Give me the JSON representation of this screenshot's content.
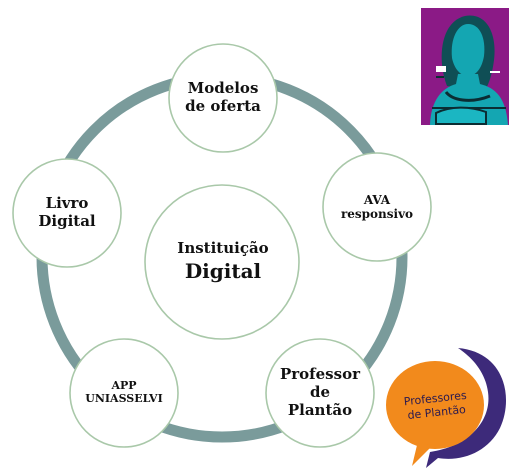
{
  "diagram": {
    "center": {
      "line1": "Instituição",
      "line2": "Digital"
    },
    "nodes": [
      {
        "id": "modelos",
        "line1": "Modelos",
        "line2": "de oferta"
      },
      {
        "id": "ava",
        "line1": "AVA",
        "line2": "responsivo"
      },
      {
        "id": "professor",
        "line1": "Professor",
        "line2": "de",
        "line3": "Plantão"
      },
      {
        "id": "app",
        "line1": "APP",
        "line2": "UNIASSELVI"
      },
      {
        "id": "livro",
        "line1": "Livro",
        "line2": "Digital"
      }
    ]
  },
  "badge": {
    "line1": "Professores",
    "line2": "de Plantão"
  },
  "colors": {
    "ring": "#7a9b9b",
    "circle_stroke": "#a9c8a9",
    "mona_bg": "#8b1a86",
    "mona_figure": "#14a6b2",
    "badge_orange": "#f28a1c",
    "badge_purple": "#3d2a7a"
  },
  "icons": {
    "portrait": "mona-lisa-pop-art-icon",
    "badge": "speech-bubble-badge-icon"
  }
}
